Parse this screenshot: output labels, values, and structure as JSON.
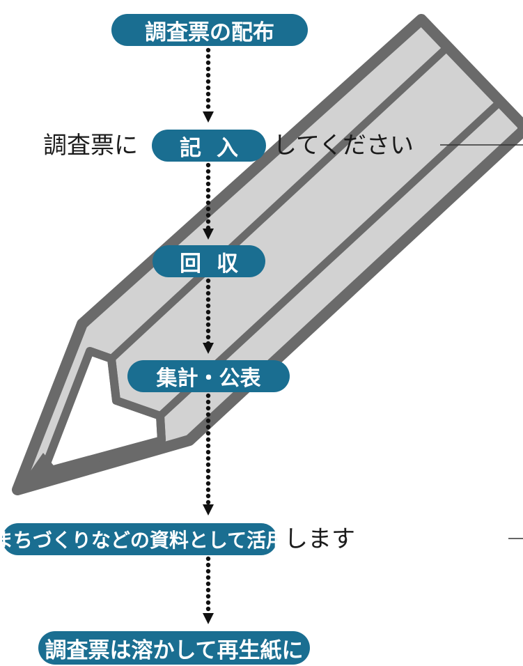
{
  "steps": {
    "distribute": "調査票の配布",
    "fill_prefix": "調査票に",
    "fill": "記入",
    "fill_suffix": "してください",
    "collect": "回収",
    "tally": "集計・公表",
    "use": "まちづくりなどの資料として活用",
    "use_suffix": "します",
    "recycle": "調査票は溶かして再生紙に"
  },
  "colors": {
    "pill": "#1a6e91",
    "pencil_outline": "#6a6a6a",
    "pencil_fill": "#d2d2d2",
    "arrow": "#111111"
  },
  "icons": {
    "background": "pencil-icon",
    "connector": "dotted-arrow-icon"
  }
}
